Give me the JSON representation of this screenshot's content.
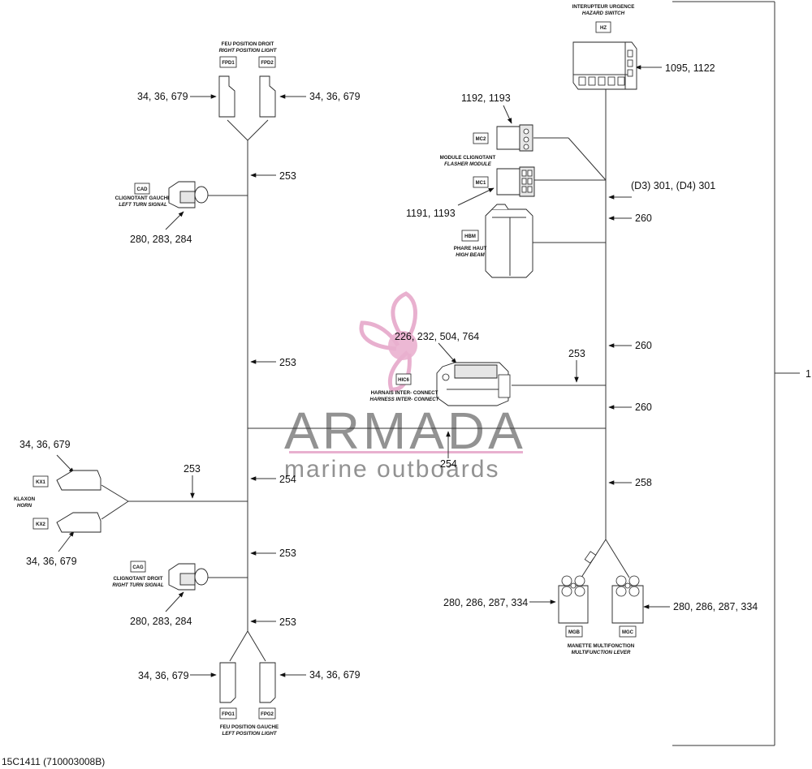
{
  "diagram_code": "15C1411 (710003008B)",
  "page_number": "1",
  "watermark": {
    "brand": "ARMADA",
    "tagline": "marine outboards",
    "logo_icon": "propeller-logo-icon",
    "brand_color": "#e5a3c7"
  },
  "components": {
    "hazard_switch": {
      "tag": "HZ",
      "fr": "INTERUPTEUR URGENCE",
      "en": "HAZARD SWITCH",
      "refs": "1095, 1122"
    },
    "flasher_module": {
      "tag1": "MC2",
      "tag2": "MC1",
      "fr": "MODULE CLIGNOTANT",
      "en": "FLASHER MODULE",
      "refs_top": "1192, 1193",
      "refs_bottom": "1191, 1193"
    },
    "high_beam": {
      "tag": "HBM",
      "fr": "PHARE HAUT",
      "en": "HIGH BEAM"
    },
    "harness_interconnect": {
      "tag": "HIC6",
      "fr": "HARNAIS INTER- CONNECT",
      "en": "HARNESS INTER- CONNECT",
      "refs": "226, 232, 504, 764"
    },
    "multifunction_lever": {
      "tag1": "MGB",
      "tag2": "MGC",
      "fr": "MANETTE MULTIFONCTION",
      "en": "MULTIFUNCTION LEVER",
      "refs_left": "280, 286, 287, 334",
      "refs_right": "280, 286, 287, 334"
    },
    "right_position_light": {
      "tag1": "FPD1",
      "tag2": "FPD2",
      "fr": "FEU POSITION DROIT",
      "en": "RIGHT POSITION LIGHT",
      "refs_left": "34, 36, 679",
      "refs_right": "34, 36, 679"
    },
    "left_turn_signal": {
      "tag": "CAD",
      "fr": "CLIGNOTANT GAUCHE",
      "en": "LEFT TURN SIGNAL",
      "refs": "280, 283, 284"
    },
    "horn": {
      "tag1": "KX1",
      "tag2": "KX2",
      "fr": "KLAXON",
      "en": "HORN",
      "refs_top": "34, 36, 679",
      "refs_bottom": "34, 36, 679"
    },
    "right_turn_signal": {
      "tag": "CAG",
      "fr": "CLIGNOTANT DROIT",
      "en": "RIGHT TURN SIGNAL",
      "refs": "280, 283, 284"
    },
    "left_position_light": {
      "tag1": "FPG1",
      "tag2": "FPG2",
      "fr": "FEU POSITION GAUCHE",
      "en": "LEFT POSITION LIGHT",
      "refs_left": "34, 36, 679",
      "refs_right": "34, 36, 679"
    }
  },
  "wire_refs": {
    "w253_a": "253",
    "w253_b": "253",
    "w253_horn": "253",
    "w254_left": "254",
    "w254_center": "254",
    "w253_c": "253",
    "w253_d": "253",
    "w_d3_d4": "(D3) 301, (D4) 301",
    "w260_a": "260",
    "w260_b": "260",
    "w253_hic": "253",
    "w260_c": "260",
    "w258": "258"
  }
}
